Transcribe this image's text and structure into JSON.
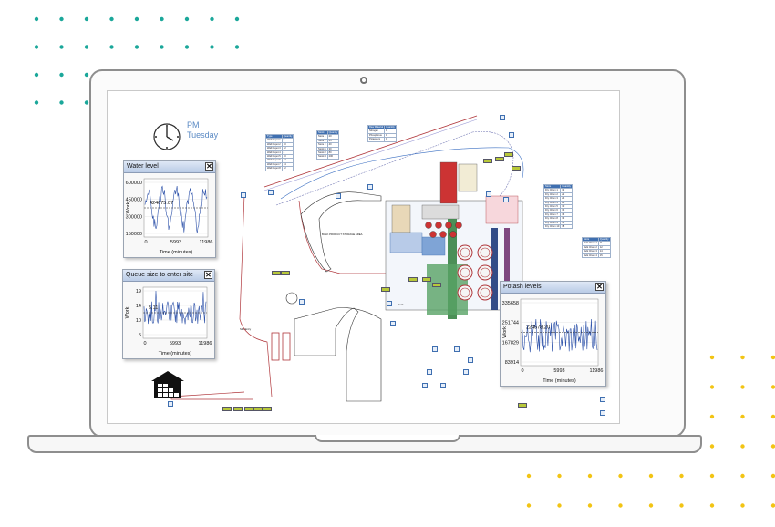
{
  "colors": {
    "teal_dots": "#1ba79a",
    "yellow_dots": "#f2c414",
    "laptop_frame": "#8e8e8e",
    "panel_header": "#c8d7ee",
    "plot_line": "#2a4fa8",
    "route_red": "#b0373c",
    "accent_blue": "#5b8ac4"
  },
  "clock": {
    "period": "PM",
    "day": "Tuesday",
    "icon": "clock-icon"
  },
  "panels": {
    "water_level": {
      "title": "Water level",
      "close": "✕",
      "ylabel": "Work",
      "xlabel": "Time (minutes)",
      "y_ticks": [
        "600000",
        "450000",
        "300000",
        "150000"
      ],
      "x_ticks": [
        "0",
        "5993",
        "11986"
      ],
      "annotation": "424675.07"
    },
    "queue_size": {
      "title": "Queue size to enter site",
      "close": "✕",
      "ylabel": "Work",
      "xlabel": "Time (minutes)",
      "y_ticks": [
        "19",
        "14",
        "10",
        "5"
      ],
      "x_ticks": [
        "0",
        "5993",
        "11986"
      ],
      "annotation": "5.11"
    },
    "potash_levels": {
      "title": "Potash levels",
      "close": "✕",
      "ylabel": "Work",
      "xlabel": "Time (minutes)",
      "y_ticks": [
        "335658",
        "251744",
        "167829",
        "83914"
      ],
      "x_ticks": [
        "0",
        "5993",
        "11986"
      ],
      "annotation": "224578.20"
    }
  },
  "tables": {
    "left": {
      "header": [
        "Type",
        "Quantity"
      ],
      "rows": [
        [
          "Wall Depot 1",
          "0"
        ],
        [
          "Wall Depot 2",
          "10"
        ],
        [
          "Wall Depot 3",
          "12"
        ],
        [
          "Wall Depot 4",
          "8"
        ],
        [
          "Wall Depot 5",
          "10"
        ],
        [
          "Wall Depot 6",
          "12"
        ],
        [
          "Wall Depot 7",
          "14"
        ],
        [
          "Wall Depot 8",
          "12"
        ]
      ]
    },
    "mid": {
      "header": [
        "Stock",
        "Quantity"
      ],
      "rows": [
        [
          "Store 1",
          "20"
        ],
        [
          "Store 2",
          "25"
        ],
        [
          "Store 3",
          "40"
        ],
        [
          "Stock 1",
          "30"
        ],
        [
          "Stock 2",
          "80"
        ],
        [
          "Stock 3",
          "200"
        ]
      ]
    },
    "top": {
      "header": [
        "Raw Material",
        "Quantity"
      ],
      "rows": [
        [
          "Nitrogen",
          "1"
        ],
        [
          "Phosphorus",
          "1"
        ],
        [
          "Potassium",
          "1"
        ]
      ]
    },
    "right1": {
      "header": [
        "Store",
        "Quantity"
      ],
      "rows": [
        [
          "Dry Chem 1",
          "32"
        ],
        [
          "Dry Chem 2",
          "22"
        ],
        [
          "Dry Chem 3",
          "24"
        ],
        [
          "Dry Chem 4",
          "28"
        ],
        [
          "Dry Chem 5",
          "30"
        ],
        [
          "Dry Chem 6",
          "34"
        ],
        [
          "Dry Chem 7",
          "36"
        ],
        [
          "Dry Chem 8",
          "33"
        ],
        [
          "Dry Chem 9",
          "31"
        ],
        [
          "Dry Chem 10",
          "38"
        ]
      ]
    },
    "right2": {
      "header": [
        "Store",
        "Quantity"
      ],
      "rows": [
        [
          "Bulk Chem 1",
          "11"
        ],
        [
          "Bulk Chem 2",
          "12"
        ],
        [
          "Bulk Chem 3",
          "14"
        ],
        [
          "Bulk Chem 4",
          "15"
        ]
      ]
    }
  },
  "map_labels": {
    "plant": "BULK PRODUCT STORAGE AREA",
    "gate": "Site Entry",
    "dock": "Dock",
    "warehouse_icon": "warehouse-icon"
  }
}
